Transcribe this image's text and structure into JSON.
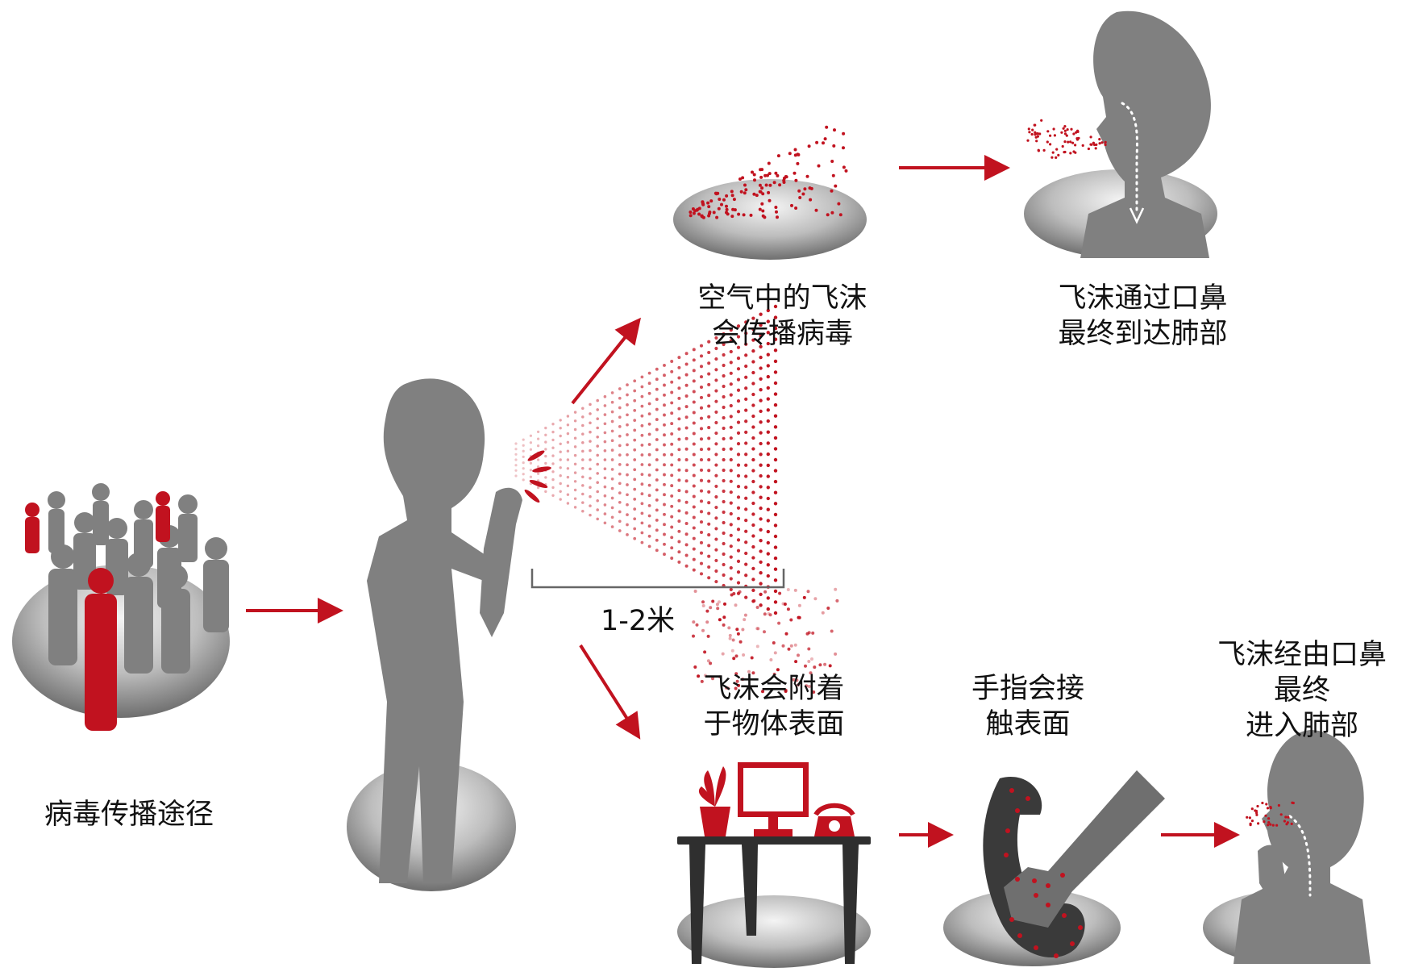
{
  "labels": {
    "title": "病毒传播途径",
    "distance": "1-2米",
    "air_line1": "空气中的飞沫",
    "air_line2": "会传播病毒",
    "inhale_line1": "飞沫通过口鼻",
    "inhale_line2": "最终到达肺部",
    "surface_line1": "飞沫会附着",
    "surface_line2": "于物体表面",
    "touch_line1": "手指会接",
    "touch_line2": "触表面",
    "face_line1": "飞沫经由口鼻",
    "face_line2": "最终",
    "face_line3": "进入肺部"
  },
  "colors": {
    "accent": "#c1121f",
    "figure": "#808080",
    "dark": "#4d4d4d",
    "text": "#111111"
  }
}
